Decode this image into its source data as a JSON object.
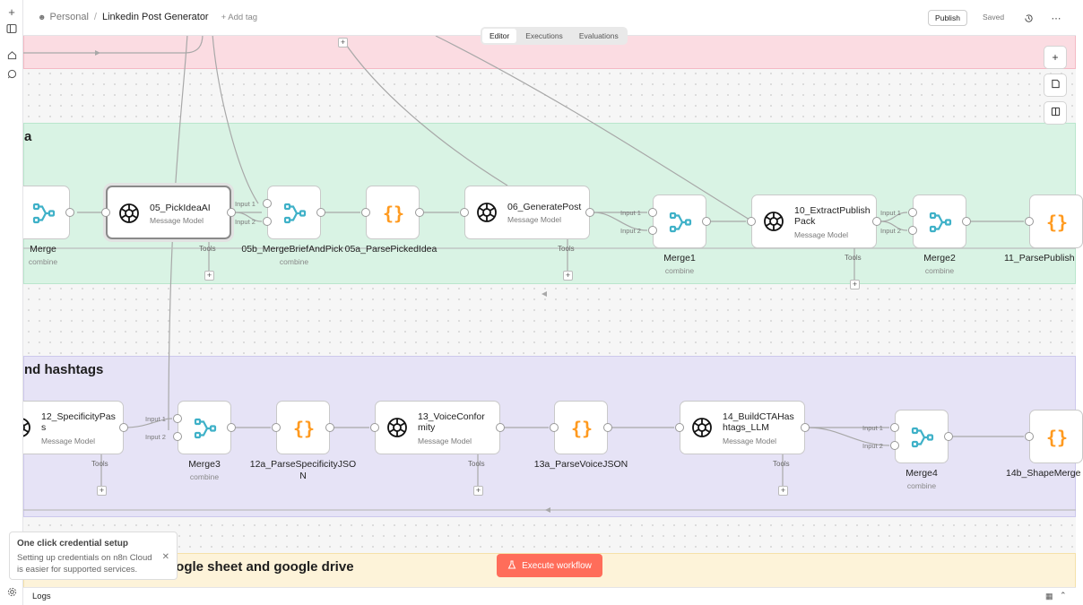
{
  "header": {
    "project": "Personal",
    "separator": "/",
    "workflow_name": "Linkedin Post Generator",
    "add_tag": "+ Add tag",
    "publish": "Publish",
    "saved": "Saved"
  },
  "tabs": [
    "Editor",
    "Executions",
    "Evaluations"
  ],
  "sticky_notes": {
    "green_title": "a",
    "purple_title": "nd hashtags",
    "yellow_title": "oogle sheet and google drive"
  },
  "common": {
    "message_model": "Message Model",
    "tools": "Tools",
    "combine": "combine",
    "input1": "Input 1",
    "input2": "Input 2"
  },
  "nodes": {
    "merge": "Merge",
    "pick_idea": "05_PickIdeaAI",
    "merge_brief": "05b_MergeBriefAndPick",
    "parse_picked": "05a_ParsePickedIdea",
    "generate_post": "06_GeneratePost",
    "merge1": "Merge1",
    "extract_publish": "10_ExtractPublishPack",
    "merge2": "Merge2",
    "parse_publish": "11_ParsePublish",
    "specificity": "12_SpecificityPass",
    "merge3": "Merge3",
    "parse_specificity": "12a_ParseSpecificityJSON",
    "voice": "13_VoiceConformity",
    "parse_voice": "13a_ParseVoiceJSON",
    "build_cta": "14_BuildCTAHashtags_LLM",
    "merge4": "Merge4",
    "shape_merge": "14b_ShapeMerge"
  },
  "execute_button": "Execute workflow",
  "toast": {
    "title": "One click credential setup",
    "body": "Setting up credentials on n8n Cloud is easier for supported services."
  },
  "logs": "Logs",
  "colors": {
    "accent": "#ff6d5a",
    "merge_icon": "#3fb1c8",
    "code_icon": "#ff9a1f"
  }
}
